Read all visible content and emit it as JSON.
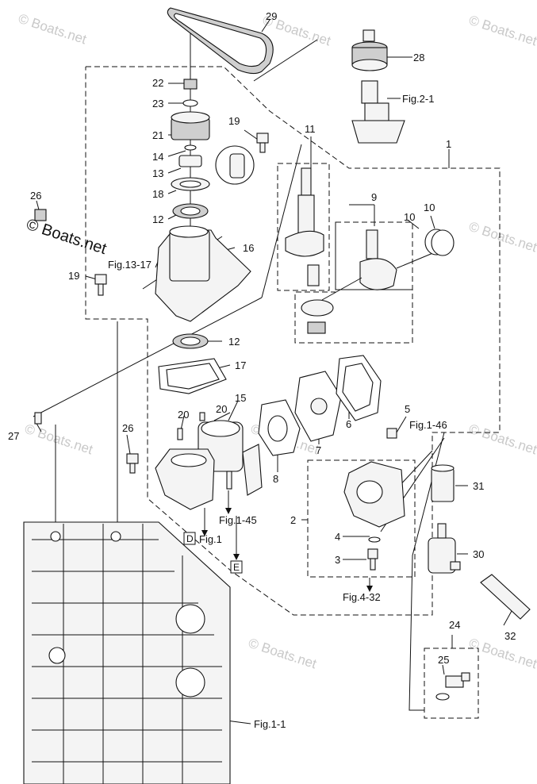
{
  "watermark": "© Boats.net",
  "callouts": {
    "c1": "1",
    "c2": "2",
    "c3": "3",
    "c4": "4",
    "c5": "5",
    "c6": "6",
    "c7": "7",
    "c8": "8",
    "c9": "9",
    "c10a": "10",
    "c10b": "10",
    "c11": "11",
    "c12a": "12",
    "c12b": "12",
    "c13": "13",
    "c14": "14",
    "c15": "15",
    "c16": "16",
    "c17": "17",
    "c18": "18",
    "c19a": "19",
    "c19b": "19",
    "c20a": "20",
    "c20b": "20",
    "c21": "21",
    "c22": "22",
    "c23": "23",
    "c24": "24",
    "c25": "25",
    "c26a": "26",
    "c26b": "26",
    "c27": "27",
    "c28": "28",
    "c29": "29",
    "c30": "30",
    "c31": "31",
    "c32": "32"
  },
  "references": {
    "fig_2_1": "Fig.2-1",
    "fig_13_17": "Fig.13-17",
    "fig_1_46": "Fig.1-46",
    "fig_1_45": "Fig.1-45",
    "fig_1": "Fig.1",
    "fig_4_32": "Fig.4-32",
    "fig_1_1": "Fig.1-1",
    "box_d": "D",
    "box_e": "E"
  }
}
